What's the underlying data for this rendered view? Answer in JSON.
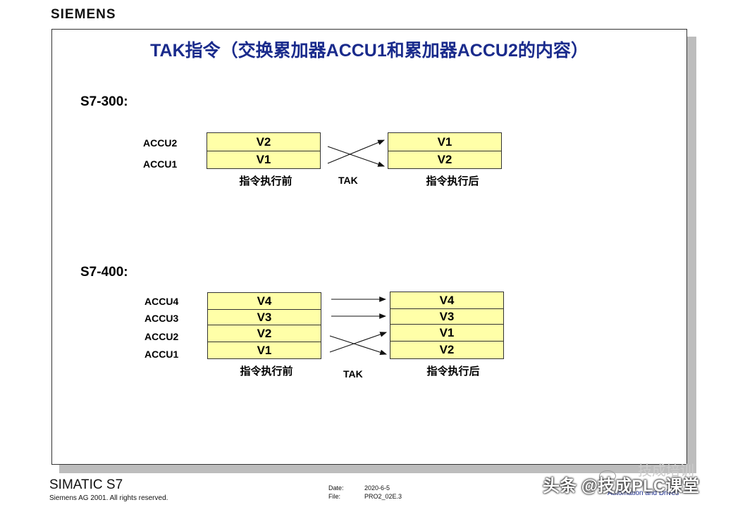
{
  "brand": "SIEMENS",
  "slide": {
    "title": "TAK指令（交换累加器ACCU1和累加器ACCU2的内容）",
    "s7_300": {
      "label": "S7-300:",
      "registers": [
        "ACCU2",
        "ACCU1"
      ],
      "before": [
        "V2",
        "V1"
      ],
      "after": [
        "V1",
        "V2"
      ],
      "caption_before": "指令执行前",
      "caption_after": "指令执行后",
      "instruction": "TAK"
    },
    "s7_400": {
      "label": "S7-400:",
      "registers": [
        "ACCU4",
        "ACCU3",
        "ACCU2",
        "ACCU1"
      ],
      "before": [
        "V4",
        "V3",
        "V2",
        "V1"
      ],
      "after": [
        "V4",
        "V3",
        "V1",
        "V2"
      ],
      "caption_before": "指令执行前",
      "caption_after": "指令执行后",
      "instruction": "TAK"
    }
  },
  "footer": {
    "product": "SIMATIC S7",
    "copyright": "Siemens AG 2001. All rights reserved.",
    "date_label": "Date:",
    "date_value": "2020-6-5",
    "file_label": "File:",
    "file_value": "PRO2_02E.3",
    "division": "Automation and Drives",
    "watermark": "头条 @技成PLC课堂",
    "wechat_name": "技成培训"
  },
  "colors": {
    "title": "#1a2b8c",
    "box_fill": "#ffffa8"
  }
}
